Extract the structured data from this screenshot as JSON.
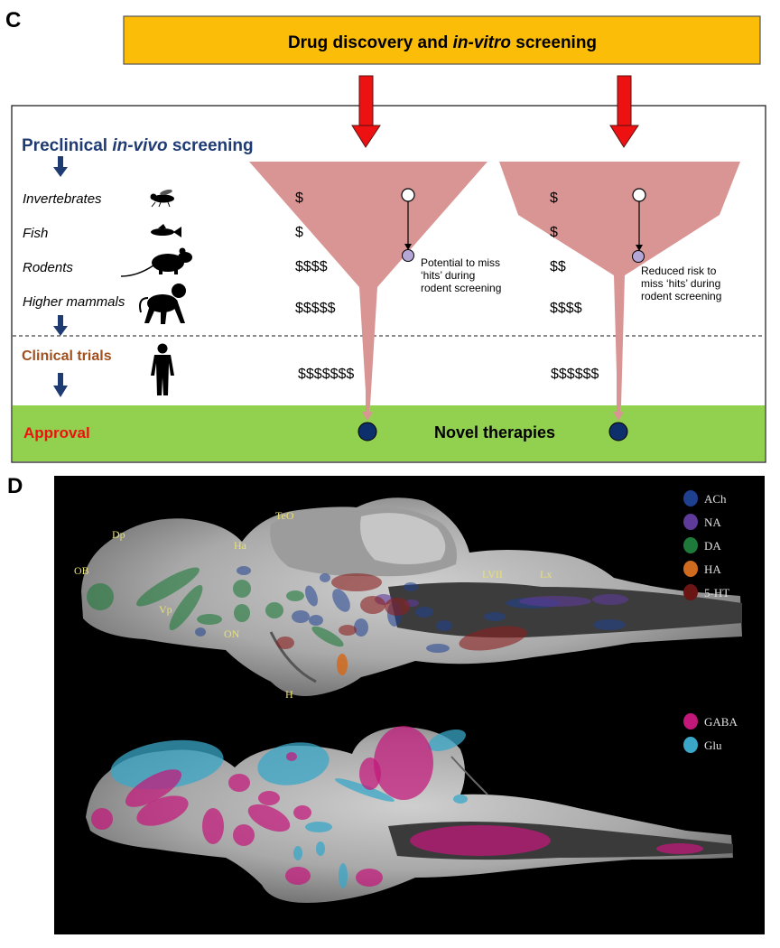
{
  "panel_c": {
    "letter": "C",
    "banner_prefix": "Drug discovery and ",
    "banner_italic": "in-vitro",
    "banner_suffix": " screening",
    "preclinical_prefix": "Preclinical ",
    "preclinical_italic": "in-vivo",
    "preclinical_suffix": " screening",
    "organisms": [
      "Invertebrates",
      "Fish",
      "Rodents",
      "Higher mammals"
    ],
    "clinical_trials": "Clinical trials",
    "approval": "Approval",
    "novel_therapies": "Novel therapies",
    "costs_left": [
      "$",
      "$",
      "$$$$",
      "$$$$$",
      "$$$$$$$"
    ],
    "costs_right": [
      "$",
      "$",
      "$$",
      "$$$$",
      "$$$$$$"
    ],
    "note_left": [
      "Potential to miss",
      "‘hits’ during",
      "rodent screening"
    ],
    "note_right": [
      "Reduced risk to",
      "miss ‘hits’ during",
      "rodent screening"
    ],
    "colors": {
      "banner": "#FBBD08",
      "funnel": "#D99594",
      "approval_band": "#92D050",
      "arrow_red": "#EE1111",
      "navy": "#1F3B73",
      "clinical_brown": "#A0501E",
      "hit_dot": "#0D2F6B",
      "missed_dot": "#B4A7D6"
    }
  },
  "panel_d": {
    "letter": "D",
    "region_labels": [
      "TeO",
      "Dp",
      "Ha",
      "OB",
      "Vp",
      "ON",
      "H",
      "LVII",
      "Lx"
    ],
    "legend_top": [
      {
        "label": "ACh",
        "color": "#1F3F8F"
      },
      {
        "label": "NA",
        "color": "#5E3A9A"
      },
      {
        "label": "DA",
        "color": "#1E7A3A"
      },
      {
        "label": "HA",
        "color": "#D06A1E"
      },
      {
        "label": "5-HT",
        "color": "#6B1414"
      }
    ],
    "legend_bottom": [
      {
        "label": "GABA",
        "color": "#C2187A"
      },
      {
        "label": "Glu",
        "color": "#3AA7C8"
      }
    ]
  }
}
